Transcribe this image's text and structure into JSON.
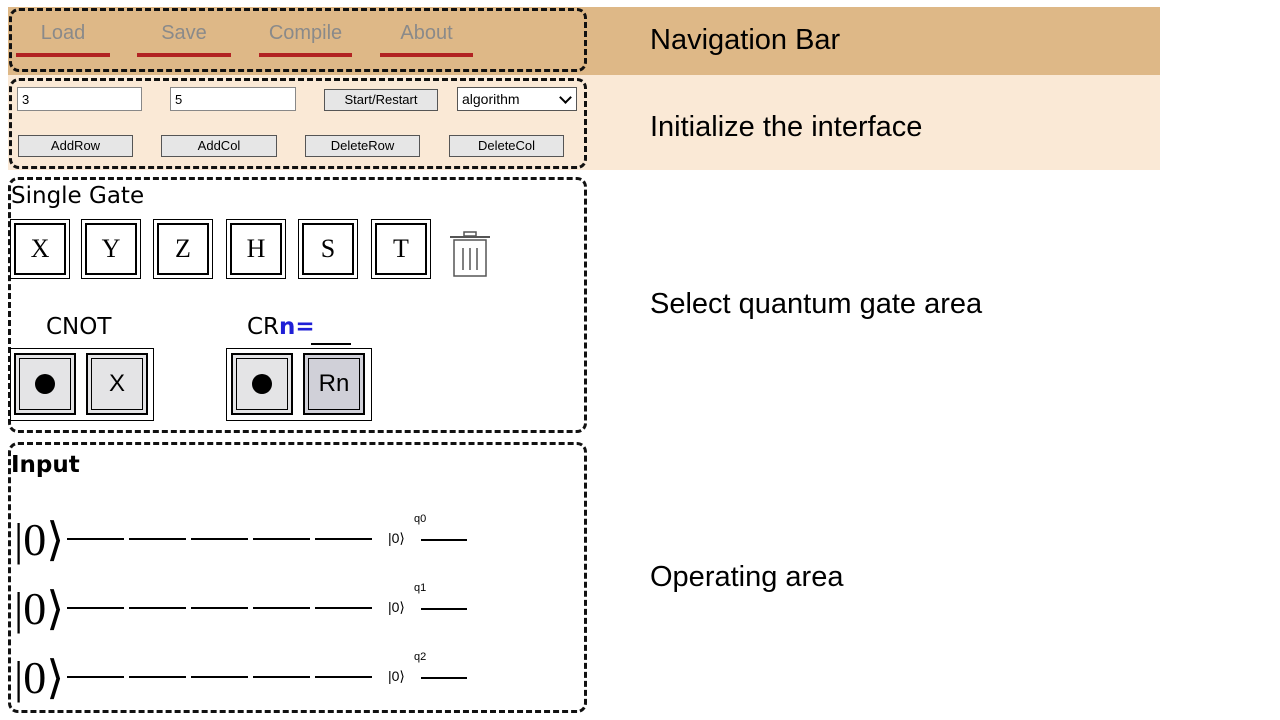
{
  "nav": {
    "items": [
      "Load",
      "Save",
      "Compile",
      "About"
    ],
    "caption": "Navigation Bar"
  },
  "init": {
    "rows_value": "3",
    "cols_value": "5",
    "start_label": "Start/Restart",
    "select_value": "algorithm",
    "buttons": [
      "AddRow",
      "AddCol",
      "DeleteRow",
      "DeleteCol"
    ],
    "caption": "Initialize the interface"
  },
  "gates": {
    "title": "Single Gate",
    "single": [
      "X",
      "Y",
      "Z",
      "H",
      "S",
      "T"
    ],
    "cnot_label": "CNOT",
    "cnot_target": "X",
    "crn_prefix": "CR",
    "crn_suffix": "n=",
    "crn_target": "Rn",
    "caption": "Select quantum gate area"
  },
  "operating": {
    "title": "Input",
    "big_ket": "|0⟩",
    "qubits": [
      {
        "ket": "|0⟩",
        "label": "q0"
      },
      {
        "ket": "|0⟩",
        "label": "q1"
      },
      {
        "ket": "|0⟩",
        "label": "q2"
      }
    ],
    "caption": "Operating area"
  },
  "colors": {
    "nav_band": "#deb887",
    "init_band": "#fae9d6",
    "nav_underline": "#b22222",
    "crn_blue": "#1f1fd6"
  }
}
